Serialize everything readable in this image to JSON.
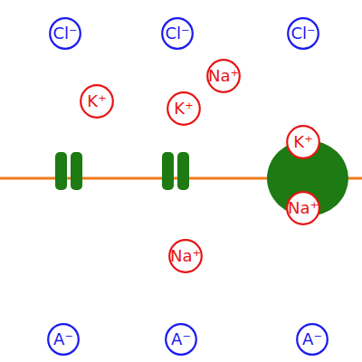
{
  "diagram": {
    "nodes": [
      {
        "text": [
          "Cl⁻"
        ]
      },
      {
        "text": [
          "Cl⁻"
        ]
      },
      {
        "text": [
          "Cl⁻"
        ]
      },
      {
        "text": [
          "K⁺"
        ]
      },
      {
        "text": [
          "K⁺"
        ]
      },
      {
        "text": [
          "Na⁺"
        ]
      },
      {
        "text": [
          "K⁺"
        ]
      },
      {
        "text": [
          "Na⁺"
        ]
      },
      {
        "text": [
          "Na⁺"
        ]
      },
      {
        "text": [
          "A⁻"
        ]
      },
      {
        "text": [
          "A⁻"
        ]
      },
      {
        "text": [
          "A⁻"
        ]
      }
    ]
  }
}
